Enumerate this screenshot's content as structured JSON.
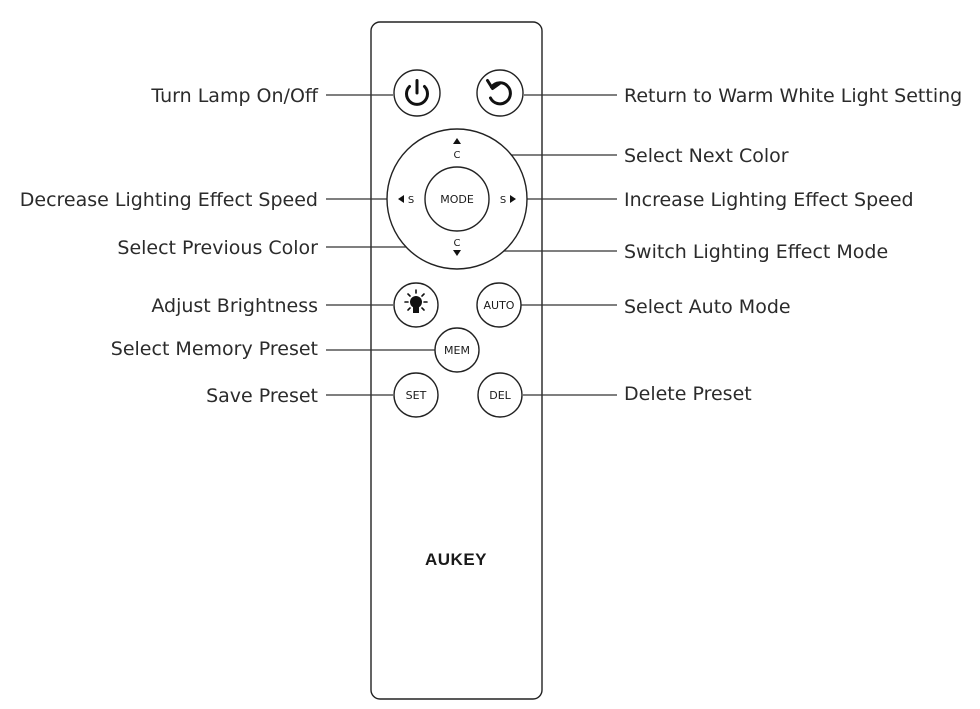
{
  "labels": {
    "power": "Turn Lamp On/Off",
    "return_warm": "Return to Warm White Light Setting",
    "next_color": "Select Next Color",
    "decrease_speed": "Decrease Lighting Effect Speed",
    "increase_speed": "Increase Lighting Effect Speed",
    "prev_color": "Select Previous Color",
    "switch_mode": "Switch Lighting Effect Mode",
    "brightness": "Adjust Brightness",
    "auto_mode": "Select Auto Mode",
    "memory": "Select Memory Preset",
    "save": "Save Preset",
    "delete": "Delete Preset"
  },
  "buttons": {
    "mode": "MODE",
    "auto": "AUTO",
    "mem": "MEM",
    "set": "SET",
    "del": "DEL",
    "c_top": "C",
    "c_bottom": "C",
    "s_left": "S",
    "s_right": "S"
  },
  "brand": "AUKEY"
}
